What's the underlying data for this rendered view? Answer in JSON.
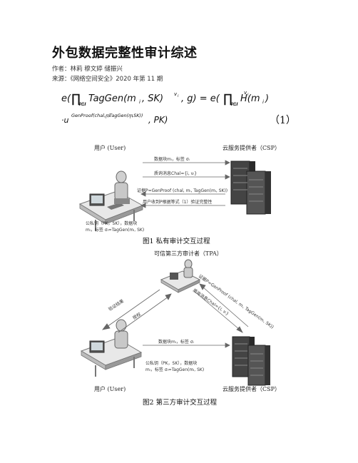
{
  "document": {
    "title": "外包数据完整性审计综述",
    "authors": "作者：林莉 穆文婷 储振兴",
    "source": "来源：《网络空间安全》2020 年第 11 期"
  },
  "equation": {
    "line1": "e(∏ TagGen(m , SK)  , g) = e(∏ H(m )  ",
    "line2": "·u                                    , PK)",
    "number": "（1）"
  },
  "figure1": {
    "user_label": "用户 (User)",
    "csp_label": "云服务提供者（CSP）",
    "msg1": "数据块mᵢ，标签 σᵢ",
    "msg2": "质询消息Chal={i, vᵢ}",
    "msg3": "证据P=GenProof (chal, mᵢ, TagGen(mᵢ, SK))",
    "msg4": "用户收到P根据等式（1）验证完整性",
    "keys_line1": "公私钥（PK，SK），数据块",
    "keys_line2": "mᵢ，标签 σᵢ=TagGen(mᵢ, SK)",
    "caption": "图1 私有审计交互过程"
  },
  "figure2": {
    "tpa_label": "可信第三方审计者（TPA）",
    "user_label": "用户 (User)",
    "csp_label": "云服务提供者（CSP）",
    "msg_verify": "验证结果",
    "msg_auth": "授权",
    "msg_proof": "证据P=GenProof (chal, mᵢ, TagGen(mᵢ, SK))",
    "msg_chal": "质询消息Chal={i, vᵢ}",
    "msg_data": "数据块mᵢ，标签 σᵢ",
    "keys_line1": "公私钥（PK，SK），数据块",
    "keys_line2": "mᵢ，标签 σᵢ=TagGen(mᵢ, SK)",
    "caption": "图2 第三方审计交互过程"
  }
}
